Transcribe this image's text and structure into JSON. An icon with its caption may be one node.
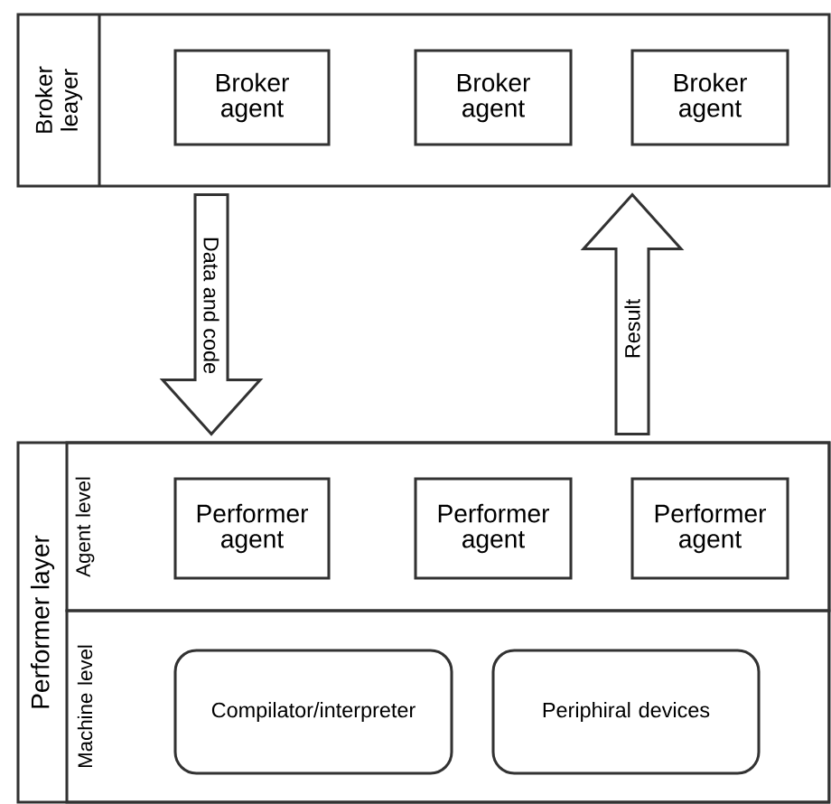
{
  "diagram": {
    "nodes": [
      {
        "text": [
          "Broker leayer"
        ]
      },
      {
        "text": [
          "Broker agent"
        ],
        "in": 0
      },
      {
        "text": [
          "Broker agent"
        ],
        "in": 0
      },
      {
        "text": [
          "Broker agent"
        ],
        "in": 0
      },
      {
        "text": [
          "Performer layer"
        ]
      },
      {
        "text": [
          "Agent level"
        ],
        "in": 4
      },
      {
        "text": [
          "Performer agent"
        ],
        "in": 5
      },
      {
        "text": [
          "Performer agent"
        ],
        "in": 5
      },
      {
        "text": [
          "Performer agent"
        ],
        "in": 5
      },
      {
        "text": [
          "Machine level"
        ],
        "in": 4
      },
      {
        "text": [
          "Compilator/interpreter"
        ],
        "in": 9
      },
      {
        "text": [
          "Periphiral devices"
        ],
        "in": 9
      }
    ],
    "edges": [
      {
        "from": 0,
        "to": 4,
        "arrow": "to",
        "label": "Data and code"
      },
      {
        "from": 4,
        "to": 0,
        "arrow": "to",
        "label": "Result"
      }
    ]
  }
}
